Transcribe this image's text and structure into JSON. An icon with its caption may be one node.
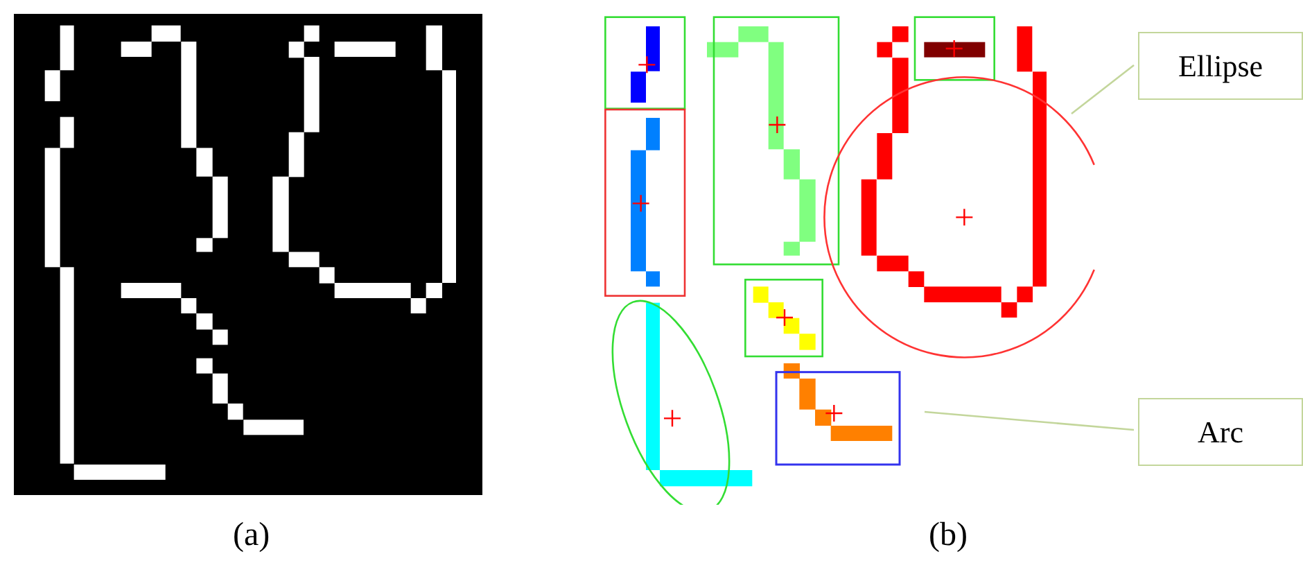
{
  "diagram": {
    "nodes": [
      {
        "text": [
          "Ellipse"
        ]
      },
      {
        "text": [],
        "shape": "circle"
      },
      {
        "text": [
          "Arc"
        ]
      },
      {
        "text": [],
        "shape": "box"
      }
    ],
    "edges": [
      {
        "from": 0,
        "to": 1,
        "arrow": "none"
      },
      {
        "from": 2,
        "to": 3,
        "arrow": "none"
      }
    ],
    "labels": [
      "(a)",
      "(b)"
    ]
  }
}
